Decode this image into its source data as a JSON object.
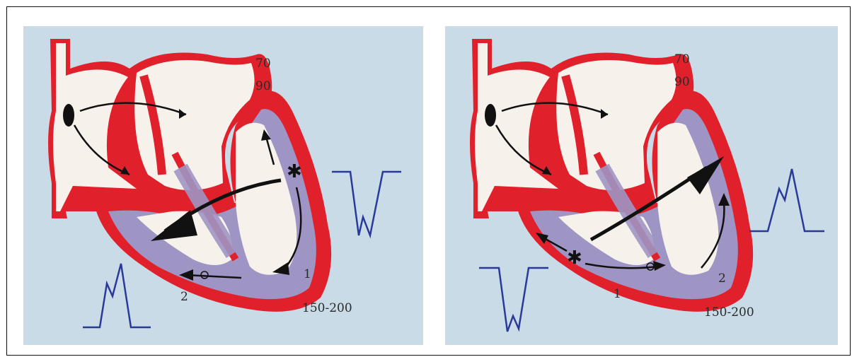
{
  "panels": [
    {
      "pressure_top": "70",
      "pressure_mid": "90",
      "pressure_bottom": "150-200",
      "label_1": "1",
      "label_2": "2"
    },
    {
      "pressure_top": "70",
      "pressure_mid": "90",
      "pressure_bottom": "150-200",
      "label_1": "1",
      "label_2": "2"
    }
  ],
  "colors": {
    "background": "#c8dbe7",
    "heart_wall": "#e0212b",
    "ventricle_fill": "#9f95c4",
    "chamber_fill": "#f7f1ec",
    "arrow": "#111111",
    "ecg_trace": "#2b3a9a"
  }
}
